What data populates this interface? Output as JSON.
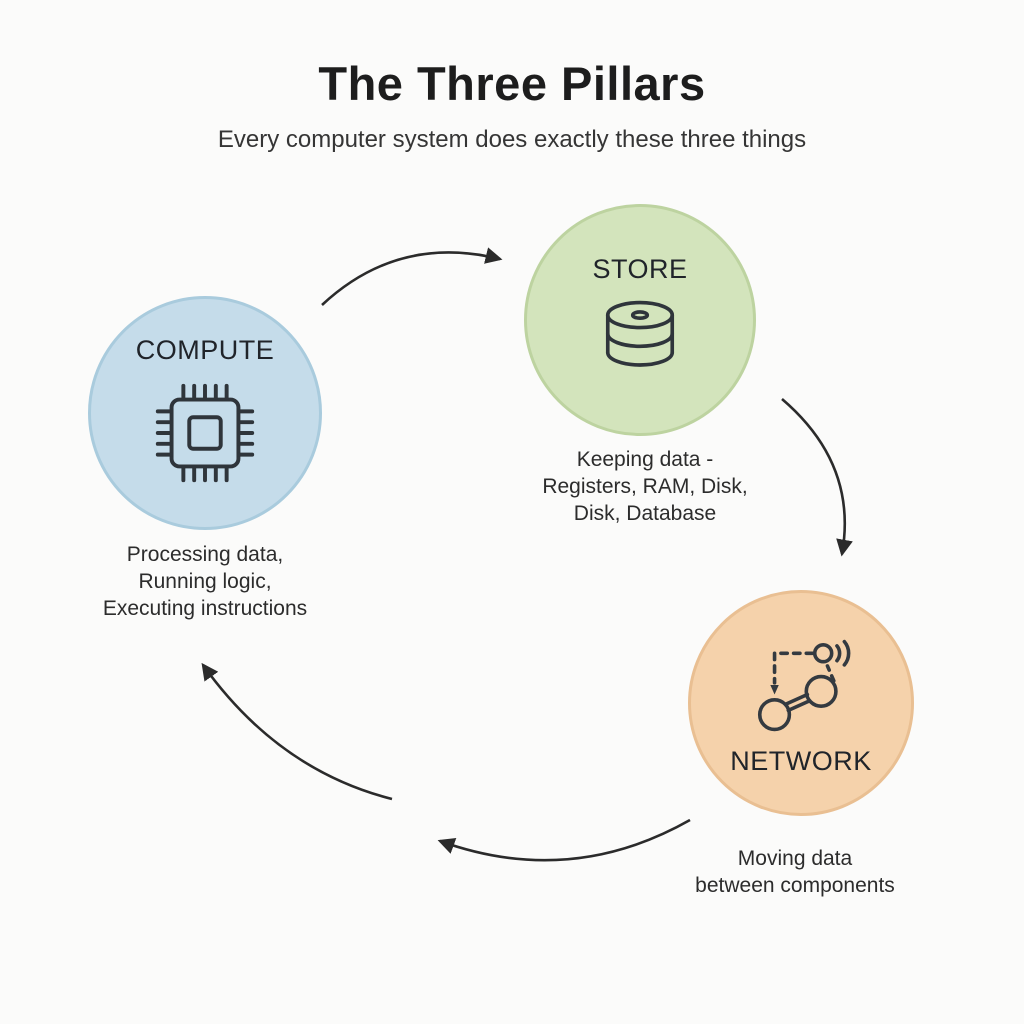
{
  "title": "The Three Pillars",
  "subtitle": "Every computer system does exactly these three things",
  "pillars": {
    "compute": {
      "label": "COMPUTE",
      "color": "#c5dcea",
      "border": "#a9cbdd",
      "icon": "cpu-chip-icon",
      "desc": [
        "Processing data,",
        "Running logic,",
        "Executing instructions"
      ]
    },
    "store": {
      "label": "STORE",
      "color": "#d3e4bc",
      "border": "#bdd3a0",
      "icon": "database-icon",
      "desc": [
        "Keeping data -",
        "Registers, RAM, Disk,",
        "Disk, Database"
      ]
    },
    "network": {
      "label": "NETWORK",
      "color": "#f5d2ab",
      "border": "#e9bf92",
      "icon": "network-nodes-icon",
      "desc": [
        "Moving data",
        "between components"
      ]
    }
  },
  "arrows": {
    "color": "#2b2b2b",
    "sequence": [
      "compute-to-store",
      "store-to-network",
      "network-to-bottom",
      "bottom-to-compute"
    ]
  }
}
